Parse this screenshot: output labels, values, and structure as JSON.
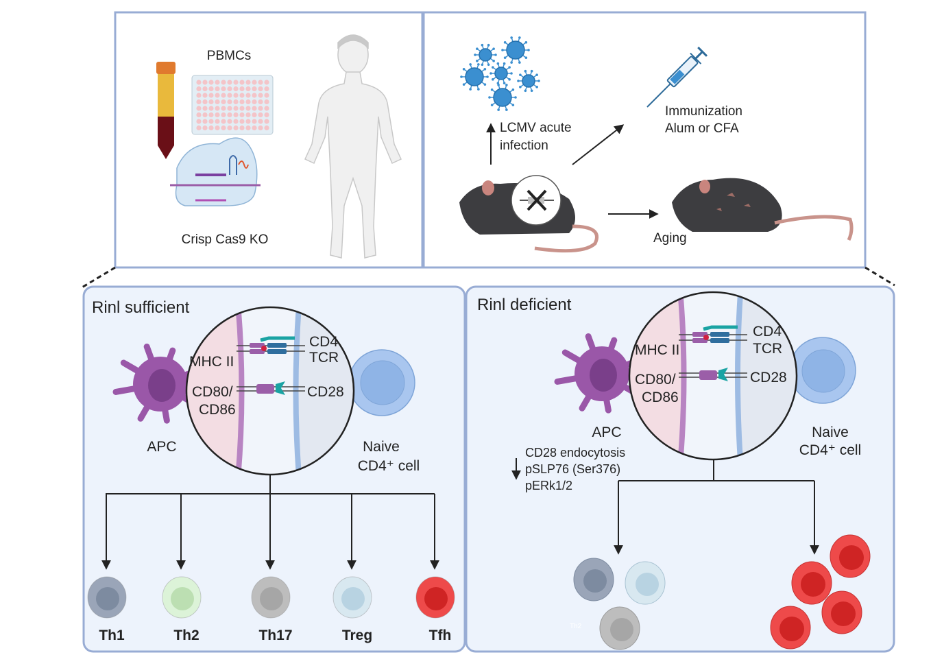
{
  "top_left_panel": {
    "pbmc_label": "PBMCs",
    "crispr_label": "Crisp Cas9 KO"
  },
  "top_right_panel": {
    "infection_label_line1": "LCMV acute",
    "infection_label_line2": "infection",
    "immunization_line1": "Immunization",
    "immunization_line2": "Alum or CFA",
    "aging_label": "Aging"
  },
  "sufficient_panel": {
    "title": "Rinl sufficient",
    "apc_label": "APC",
    "naive_line1": "Naive",
    "naive_line2": "CD4⁺ cell",
    "mhc_label": "MHC II",
    "cd80_line1": "CD80/",
    "cd80_line2": "CD86",
    "cd4_label": "CD4",
    "tcr_label": "TCR",
    "cd28_label": "CD28",
    "subsets": [
      {
        "label": "Th1",
        "outer": "#9aa5b8",
        "inner": "#7d8ba0"
      },
      {
        "label": "Th2",
        "outer": "#dcf3d8",
        "inner": "#bcdfb2"
      },
      {
        "label": "Th17",
        "outer": "#bdbdbd",
        "inner": "#a6a6a6"
      },
      {
        "label": "Treg",
        "outer": "#d8e8f0",
        "inner": "#b8d3e2"
      },
      {
        "label": "Tfh",
        "outer": "#ee4a4a",
        "inner": "#cf2424"
      }
    ]
  },
  "deficient_panel": {
    "title": "Rinl deficient",
    "apc_label": "APC",
    "naive_line1": "Naive",
    "naive_line2": "CD4⁺ cell",
    "mhc_label": "MHC II",
    "cd80_line1": "CD80/",
    "cd80_line2": "CD86",
    "cd4_label": "CD4",
    "tcr_label": "TCR",
    "cd28_label": "CD28",
    "effects": [
      "CD28 endocytosis",
      "pSLP76 (Ser376)",
      "pERk1/2"
    ],
    "faint_label": "Th2"
  },
  "colors": {
    "panel_border": "#98acd4",
    "panel_fill": "#edf3fc",
    "apc_purple": "#9a57a8",
    "tcell_blue": "#a9c6ef",
    "tfh_red": "#ee4a4a",
    "virus_blue": "#3b8fd0"
  }
}
